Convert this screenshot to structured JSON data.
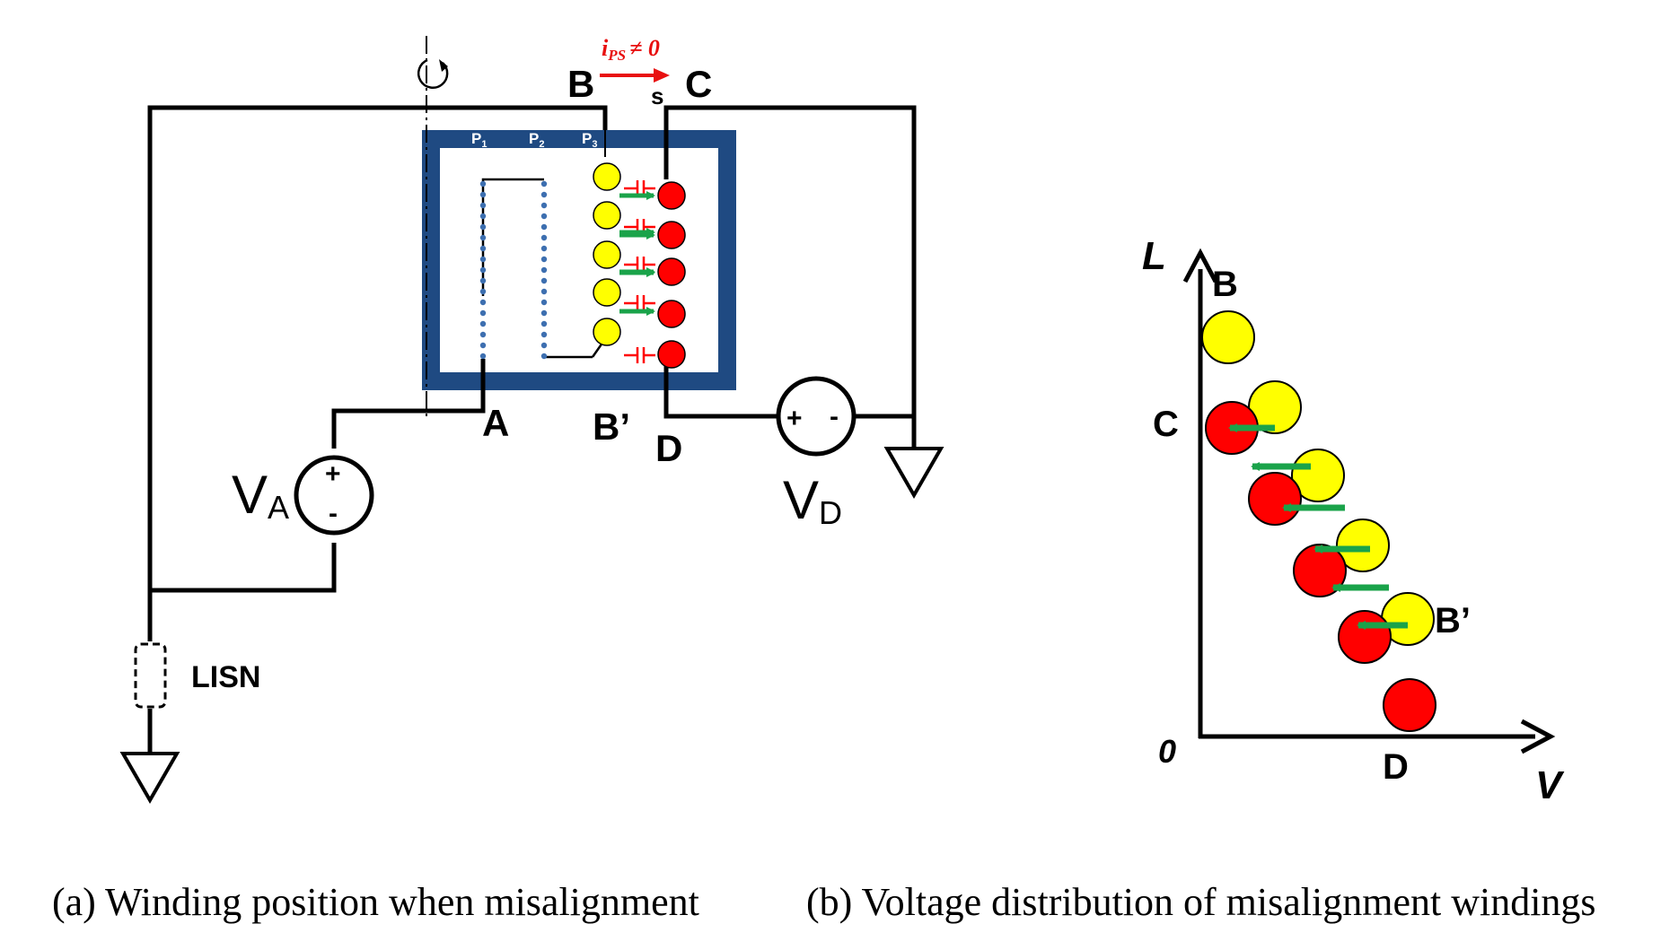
{
  "panel_a": {
    "labels": {
      "B": "B",
      "C": "C",
      "A": "A",
      "B_prime": "B’",
      "D": "D",
      "LISN": "LISN",
      "P1_main": "P",
      "P1_sub": "1",
      "P2_main": "P",
      "P2_sub": "2",
      "P3_main": "P",
      "P3_sub": "3",
      "current_main": "i",
      "current_sub": "PS",
      "current_rest": "≠ 0",
      "current_dir": "s",
      "VA_main": "V",
      "VA_sub": "A",
      "VD_main": "V",
      "VD_sub": "D",
      "plus": "+",
      "minus": "-"
    },
    "caption": "(a) Winding position when misalignment"
  },
  "panel_b": {
    "labels": {
      "L": "L",
      "V": "V",
      "origin": "0",
      "B": "B",
      "C": "C",
      "B_prime": "B’",
      "D": "D"
    },
    "caption": "(b) Voltage distribution of misalignment windings"
  },
  "colors": {
    "core": "#1f4a82",
    "primary_turn": "#ffff00",
    "secondary_turn": "#ff0000",
    "arrow": "#1aa34a",
    "capacitor": "#ff0000",
    "current_arrow": "#e81010",
    "dot": "#3d6fb0"
  }
}
